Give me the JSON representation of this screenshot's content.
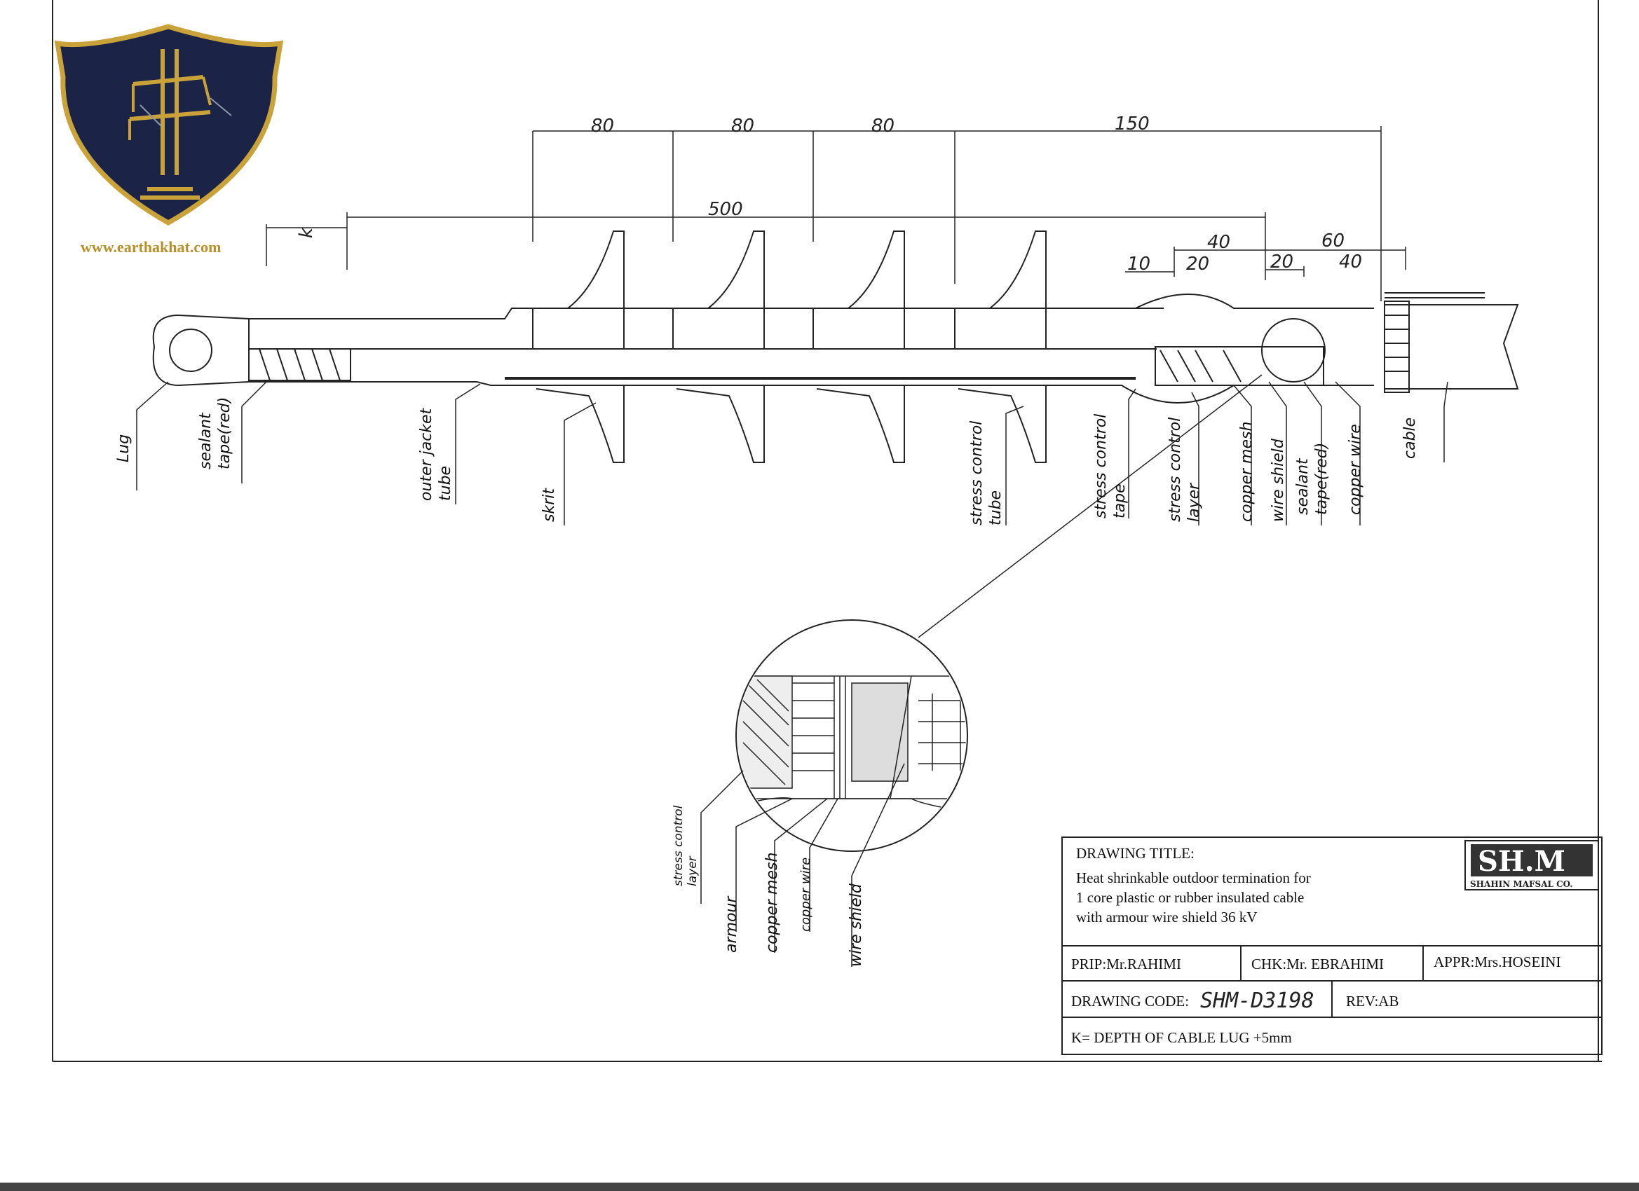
{
  "logo": {
    "url": "www.earthakhat.com"
  },
  "dimensions": {
    "top": [
      "80",
      "80",
      "80",
      "150"
    ],
    "overall": "500",
    "k": "k",
    "right_a": "40",
    "right_b": "60",
    "small": [
      "10",
      "20",
      "20",
      "40"
    ]
  },
  "labels": {
    "lug": "Lug",
    "sealant_tape_red_left": [
      "sealant",
      "tape(red)"
    ],
    "outer_jacket_tube": [
      "outer jacket",
      "tube"
    ],
    "skrit": "skrit",
    "stress_control_tube": [
      "stress control",
      "tube"
    ],
    "stress_control_tape": [
      "stress control",
      "tape"
    ],
    "stress_control_layer": [
      "stress control",
      "layer"
    ],
    "copper_mesh": "copper mesh",
    "wire_shield": "wire shield",
    "sealant_tape_red_right": [
      "sealant",
      "tape(red)"
    ],
    "copper_wire": "copper wire",
    "cable": "cable"
  },
  "detail_labels": {
    "stress_control_layer": [
      "stress control",
      "layer"
    ],
    "armour": "armour",
    "copper_mesh": "copper mesh",
    "copper_wire": "copper wire",
    "wire_shield": "wire shield"
  },
  "title_block": {
    "heading": "DRAWING TITLE:",
    "title_lines": [
      "Heat shrinkable outdoor termination for",
      "1 core plastic or rubber insulated cable",
      "with armour wire shield 36 kV"
    ],
    "company_logo": "SH.M",
    "company_name": "SHAHIN MAFSAL CO.",
    "prip": "PRIP:Mr.RAHIMI",
    "chk": "CHK:Mr. EBRAHIMI",
    "appr": "APPR:Mrs.HOSEINI",
    "code_label": "DRAWING CODE:",
    "code_value": "SHM-D3198",
    "rev": "REV:AB",
    "note": "K= DEPTH OF CABLE LUG +5mm"
  },
  "colors": {
    "ink": "#1a1a1a",
    "shield_bg": "#1b2447",
    "gold": "#c9a23a"
  }
}
